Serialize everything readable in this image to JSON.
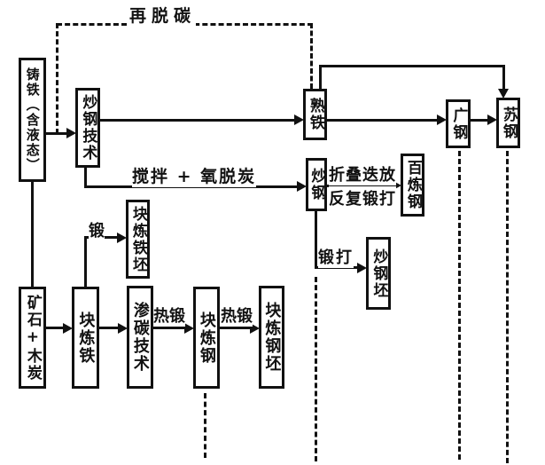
{
  "diagram": {
    "description": "Flowchart of ancient Chinese iron and steel making technology",
    "colors": {
      "ink": "#111111",
      "paper": "#ffffff"
    },
    "boxes": {
      "cast_iron": "铸铁（含液态）",
      "chaogang_tech": "炒钢技术",
      "wrought_iron": "熟铁",
      "guang_steel": "广钢",
      "su_steel": "苏钢",
      "chao_steel": "炒钢",
      "bailian_steel": "百炼钢",
      "bloomery_iron_billet": "块炼铁坯",
      "ore_charcoal": "矿石+木炭",
      "bloomery_iron": "块炼铁",
      "carburizing_tech": "渗碳技术",
      "bloomery_steel": "块炼钢",
      "bloomery_steel_billet": "块炼钢坯",
      "chao_steel_billet": "炒钢坯"
    },
    "edge_labels": {
      "re_decarb": "再脱碳",
      "stir_oxygen": "搅拌 + 氧脱炭",
      "fold_stack": "折叠迭放",
      "repeat_forge": "反复锻打",
      "forge": "锻",
      "forge_hit": "锻打",
      "hot_forge_1": "热锻",
      "hot_forge_2": "热锻"
    }
  }
}
